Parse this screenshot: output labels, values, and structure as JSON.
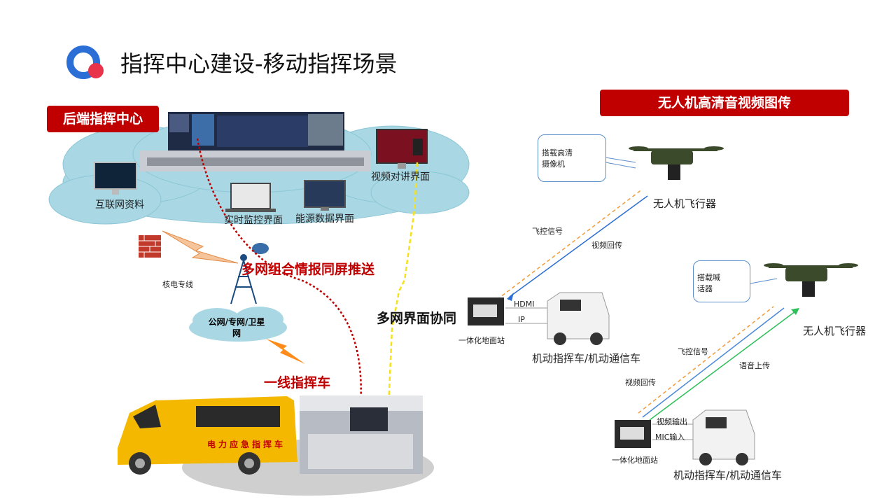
{
  "header": {
    "title": "指挥中心建设-移动指挥场景"
  },
  "left": {
    "backend_tag": "后端指挥中心",
    "internet": "互联网资料",
    "realtime_monitor": "实时监控界面",
    "energy_data": "能源数据界面",
    "video_intercom": "视频对讲界面",
    "nuclear_line": "核电专线",
    "network_cloud": "公网/专网/卫星网",
    "multi_net_push": "多网组合情报同屏推送",
    "multi_net_collab": "多网界面协同",
    "frontline_vehicle": "一线指挥车",
    "vehicle_text": "电力应急指挥车"
  },
  "right": {
    "drone_tag": "无人机高清音视频图传",
    "callout_camera": "搭载高清摄像机",
    "callout_speaker": "搭载喊话器",
    "drone1_label": "无人机飞行器",
    "drone2_label": "无人机飞行器",
    "flight_signal_1": "飞控信号",
    "video_return_1": "视频回传",
    "hdmi": "HDMI",
    "ip": "IP",
    "ground_station_1": "一体化地面站",
    "vehicle_1": "机动指挥车/机动通信车",
    "flight_signal_2": "飞控信号",
    "voice_upload": "语音上传",
    "video_return_2": "视频回传",
    "video_output": "视频输出",
    "mic_input": "MIC输入",
    "ground_station_2": "一体化地面站",
    "vehicle_2": "机动指挥车/机动通信车"
  },
  "colors": {
    "accent_red": "#c00000",
    "cloud": "#a9d8e4",
    "logo_blue": "#2b6fd6",
    "logo_red": "#e8334a"
  }
}
